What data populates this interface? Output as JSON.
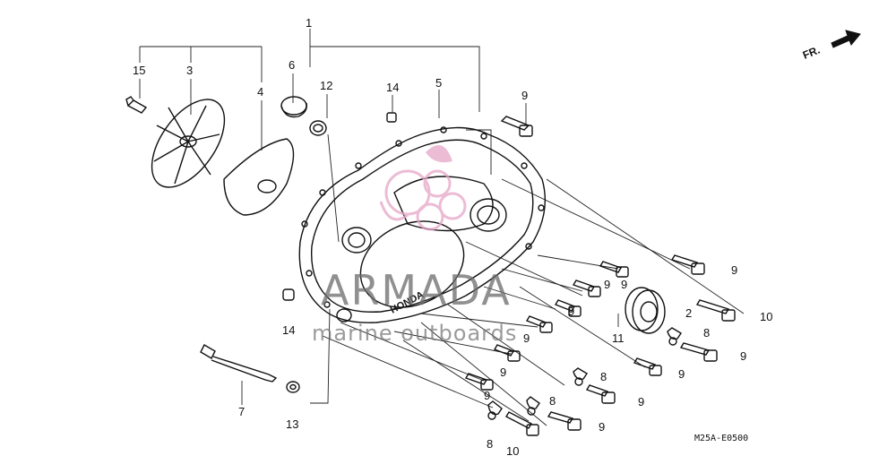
{
  "diagram": {
    "part_numbers": {
      "n1": "1",
      "n2": "2",
      "n3": "3",
      "n4": "4",
      "n5": "5",
      "n6": "6",
      "n7": "7",
      "n8": "8",
      "n9": "9",
      "n10": "10",
      "n11": "11",
      "n12": "12",
      "n13": "13",
      "n14": "14",
      "n15": "15"
    },
    "direction_label": "FR.",
    "diagram_code": "M25A-E0500",
    "cover_logo": "HONDA"
  },
  "watermark": {
    "brand": "ARMADA",
    "tagline": "marine outboards",
    "accent_color": "#e6a6c8"
  }
}
